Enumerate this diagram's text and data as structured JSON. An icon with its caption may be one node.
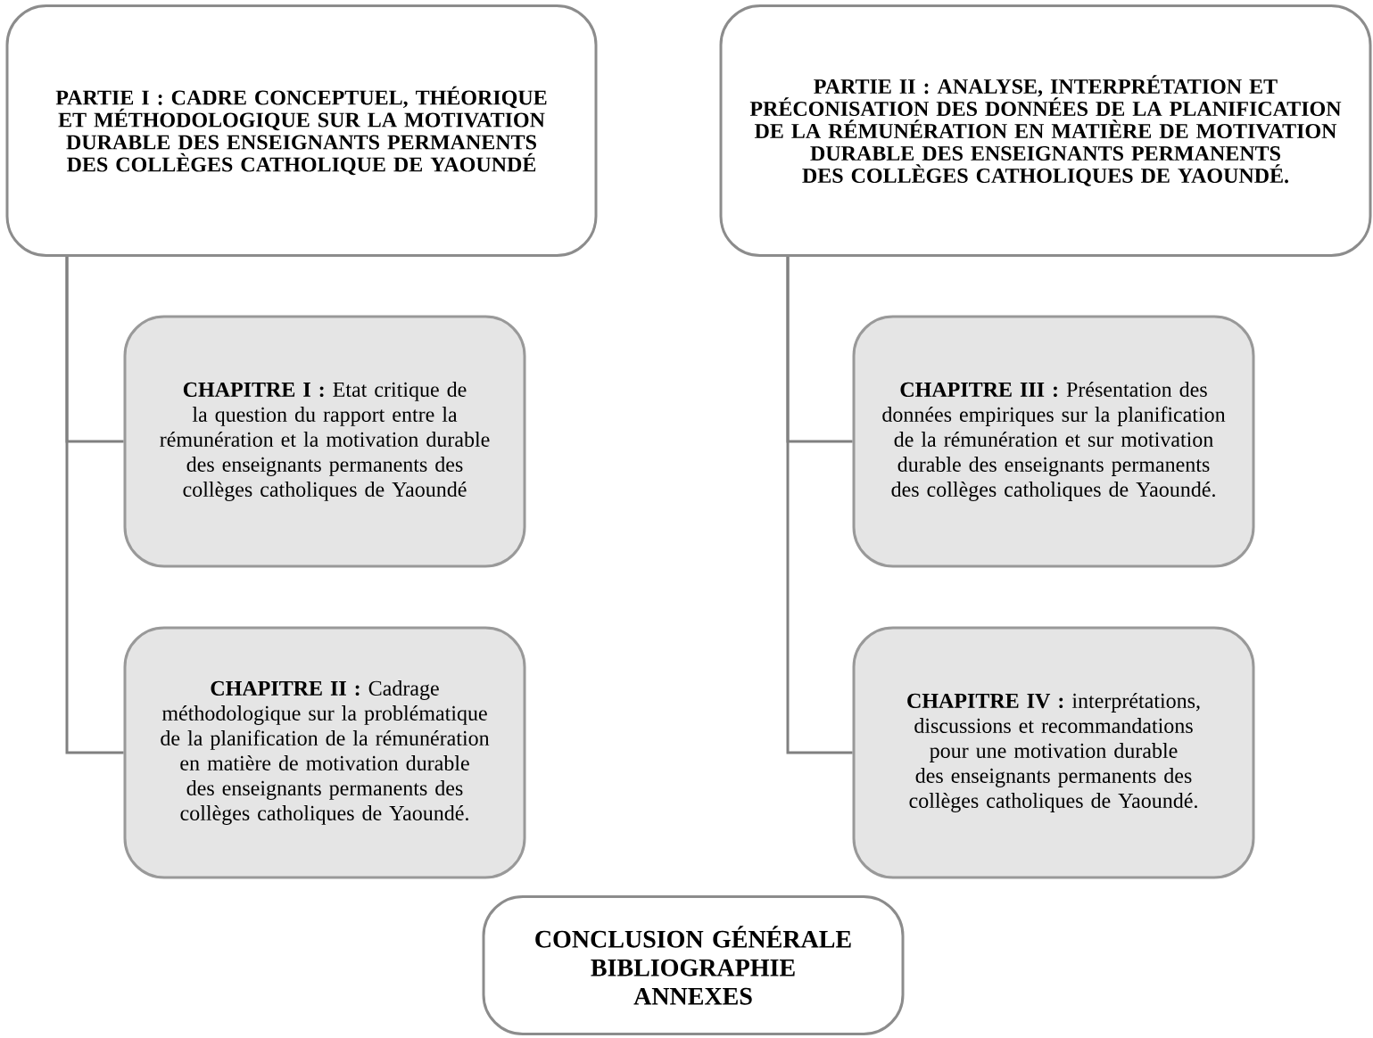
{
  "diagram": {
    "nodes": [
      {
        "text": [
          "PARTIE I : CADRE CONCEPTUEL, THÉORIQUE ET MÉTHODOLOGIQUE SUR LA MOTIVATION DURABLE DES ENSEIGNANTS PERMANENTS DES COLLÈGES CATHOLIQUE DE YAOUNDÉ"
        ]
      },
      {
        "text": [
          "**CHAPITRE I :** Etat critique de la question du rapport entre la rémunération et la motivation durable des enseignants permanents des collèges catholiques de Yaoundé"
        ]
      },
      {
        "text": [
          "**CHAPITRE II :** Cadrage méthodologique sur la problématique de la planification de la rémunération en matière de motivation durable des enseignants permanents des collèges catholiques de Yaoundé."
        ]
      },
      {
        "text": [
          "PARTIE II : ANALYSE, INTERPRÉTATION ET PRÉCONISATION DES DONNÉES DE LA PLANIFICATION DE LA RÉMUNÉRATION EN MATIÈRE DE MOTIVATION DURABLE DES ENSEIGNANTS PERMANENTS DES COLLÈGES CATHOLIQUES DE YAOUNDÉ."
        ]
      },
      {
        "text": [
          "**CHAPITRE III :** Présentation des données empiriques sur la planification de la rémunération et sur motivation durable des enseignants permanents des collèges catholiques de Yaoundé."
        ]
      },
      {
        "text": [
          "**CHAPITRE IV :** interprétations, discussions et recommandations pour une motivation durable des enseignants permanents des collèges catholiques de Yaoundé."
        ]
      },
      {
        "text": [
          "CONCLUSION GÉNÉRALE",
          "BIBLIOGRAPHIE",
          "ANNEXES"
        ]
      }
    ],
    "edges": [
      {
        "from": 0,
        "to": 1,
        "arrow": "none"
      },
      {
        "from": 0,
        "to": 2,
        "arrow": "none"
      },
      {
        "from": 3,
        "to": 4,
        "arrow": "none"
      },
      {
        "from": 3,
        "to": 5,
        "arrow": "none"
      }
    ]
  }
}
